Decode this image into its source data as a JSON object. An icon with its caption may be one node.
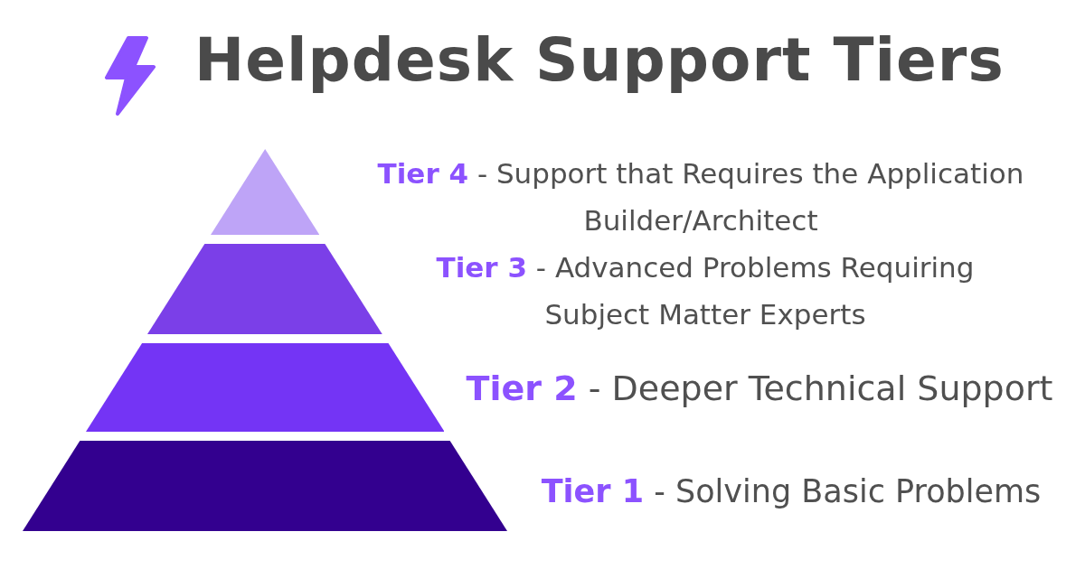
{
  "diagram": {
    "title": "Helpdesk Support Tiers",
    "nodes": [
      {
        "text": [],
        "shape": "triangle"
      },
      {
        "text": [],
        "shape": "trapezoid"
      },
      {
        "text": [],
        "shape": "trapezoid",
        "beside": [
          "**Tier 2** - Deeper Technical Support"
        ]
      },
      {
        "text": [],
        "shape": "trapezoid",
        "beside": [
          "**Tier 1** - Solving Basic Problems"
        ]
      }
    ],
    "edges": [],
    "labels": [
      "**Tier 4** - Support that Requires the Application Builder/Architect",
      "**Tier 3** - Advanced Problems Requiring Subject Matter Experts"
    ]
  }
}
